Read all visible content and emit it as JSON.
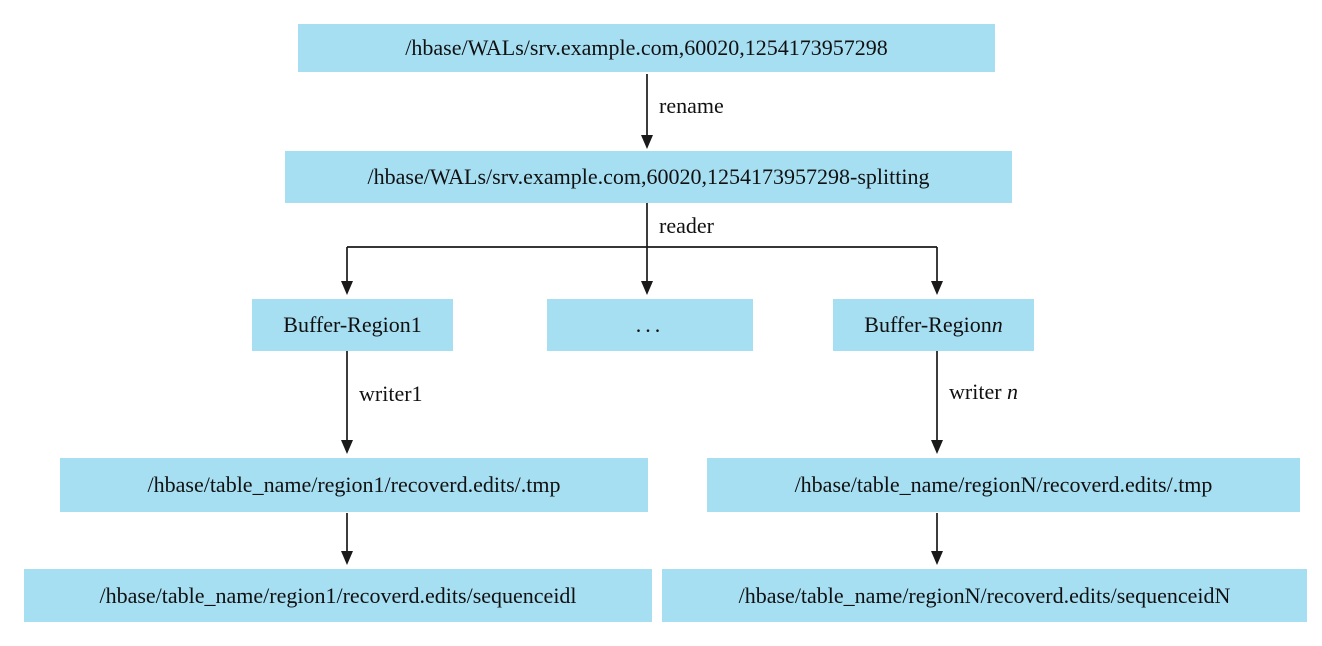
{
  "colors": {
    "box_fill": "#a6def2",
    "line": "#1a1a1a",
    "text": "#111111",
    "background": "#ffffff"
  },
  "nodes": {
    "wal_dir": {
      "label": "/hbase/WALs/srv.example.com,60020,1254173957298"
    },
    "wal_splitting_dir": {
      "label": "/hbase/WALs/srv.example.com,60020,1254173957298-splitting"
    },
    "buffer_region1": {
      "label": "Buffer-Region1"
    },
    "buffer_ellipsis": {
      "label": "..."
    },
    "buffer_region_n": {
      "prefix": "Buffer-Region ",
      "italic_suffix": "n"
    },
    "tmp_region1": {
      "label": "/hbase/table_name/region1/recoverd.edits/.tmp"
    },
    "tmp_regionN": {
      "label": "/hbase/table_name/regionN/recoverd.edits/.tmp"
    },
    "sequenceid_region1": {
      "label": "/hbase/table_name/region1/recoverd.edits/sequenceidl"
    },
    "sequenceid_regionN": {
      "label": "/hbase/table_name/regionN/recoverd.edits/sequenceidN"
    }
  },
  "edge_labels": {
    "rename": "rename",
    "reader": "reader",
    "writer1": "writer1",
    "writer_n_prefix": "writer ",
    "writer_n_italic": "n"
  }
}
